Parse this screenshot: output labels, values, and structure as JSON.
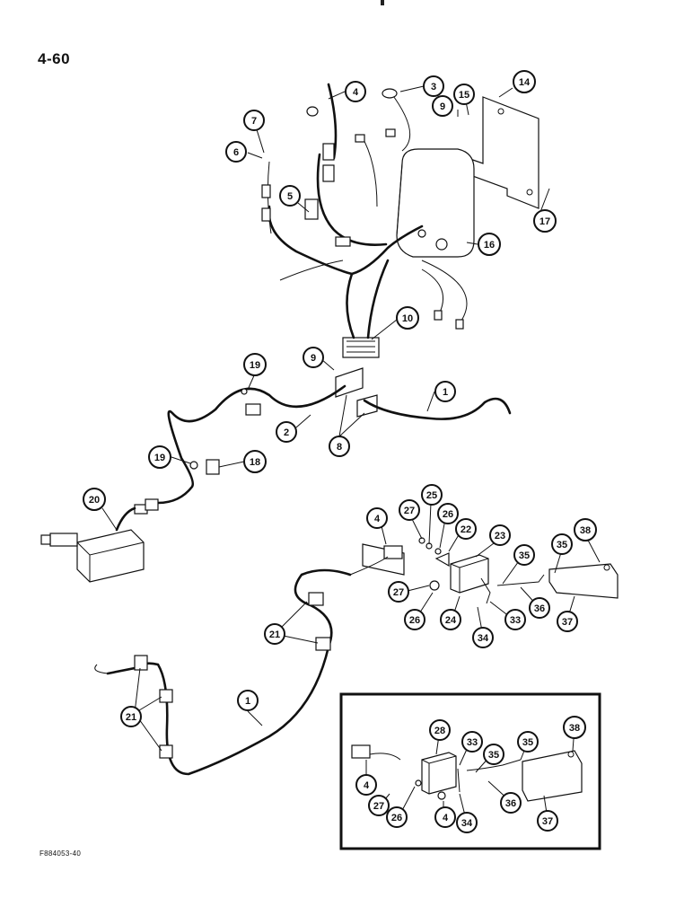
{
  "page_number": "4-60",
  "figure_code": "F884053-40",
  "callouts": {
    "c1a": "1",
    "c1b": "1",
    "c2": "2",
    "c3": "3",
    "c4a": "4",
    "c4b": "4",
    "c4c": "4",
    "c4d": "4",
    "c5": "5",
    "c6": "6",
    "c7": "7",
    "c8": "8",
    "c9a": "9",
    "c9b": "9",
    "c10": "10",
    "c14": "14",
    "c15": "15",
    "c16": "16",
    "c17": "17",
    "c18": "18",
    "c19a": "19",
    "c19b": "19",
    "c20": "20",
    "c21a": "21",
    "c21b": "21",
    "c22": "22",
    "c23": "23",
    "c24": "24",
    "c25": "25",
    "c26a": "26",
    "c26b": "26",
    "c26c": "26",
    "c27a": "27",
    "c27b": "27",
    "c27c": "27",
    "c28": "28",
    "c33a": "33",
    "c33b": "33",
    "c34a": "34",
    "c34b": "34",
    "c35a": "35",
    "c35b": "35",
    "c35c": "35",
    "c35d": "35",
    "c36a": "36",
    "c36b": "36",
    "c37a": "37",
    "c37b": "37",
    "c38a": "38",
    "c38b": "38"
  }
}
